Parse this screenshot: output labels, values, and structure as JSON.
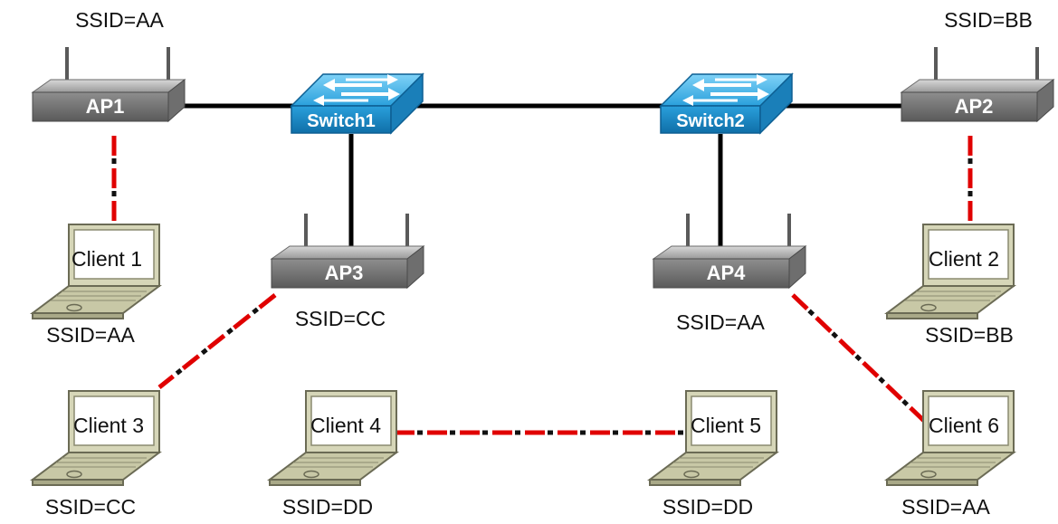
{
  "access_points": [
    {
      "id": "ap1",
      "label": "AP1",
      "ssid": "SSID=AA"
    },
    {
      "id": "ap2",
      "label": "AP2",
      "ssid": "SSID=BB"
    },
    {
      "id": "ap3",
      "label": "AP3",
      "ssid": "SSID=CC"
    },
    {
      "id": "ap4",
      "label": "AP4",
      "ssid": "SSID=AA"
    }
  ],
  "switches": [
    {
      "id": "switch1",
      "label": "Switch1"
    },
    {
      "id": "switch2",
      "label": "Switch2"
    }
  ],
  "clients": [
    {
      "id": "client1",
      "label": "Client 1",
      "ssid": "SSID=AA"
    },
    {
      "id": "client2",
      "label": "Client 2",
      "ssid": "SSID=BB"
    },
    {
      "id": "client3",
      "label": "Client 3",
      "ssid": "SSID=CC"
    },
    {
      "id": "client4",
      "label": "Client 4",
      "ssid": "SSID=DD"
    },
    {
      "id": "client5",
      "label": "Client 5",
      "ssid": "SSID=DD"
    },
    {
      "id": "client6",
      "label": "Client 6",
      "ssid": "SSID=AA"
    }
  ],
  "wired_links": [
    [
      "ap1",
      "switch1"
    ],
    [
      "switch1",
      "switch2"
    ],
    [
      "switch2",
      "ap2"
    ],
    [
      "switch1",
      "ap3"
    ],
    [
      "switch2",
      "ap4"
    ]
  ],
  "wireless_links": [
    [
      "ap1",
      "client1"
    ],
    [
      "ap2",
      "client2"
    ],
    [
      "ap3",
      "client3"
    ],
    [
      "ap4",
      "client6"
    ],
    [
      "client4",
      "client5"
    ]
  ],
  "colors": {
    "wired": "#000000",
    "wireless": "#e00000",
    "switch": "#2aa0dc",
    "ap": "#8a8a8a",
    "laptop": "#c8c8a0"
  }
}
